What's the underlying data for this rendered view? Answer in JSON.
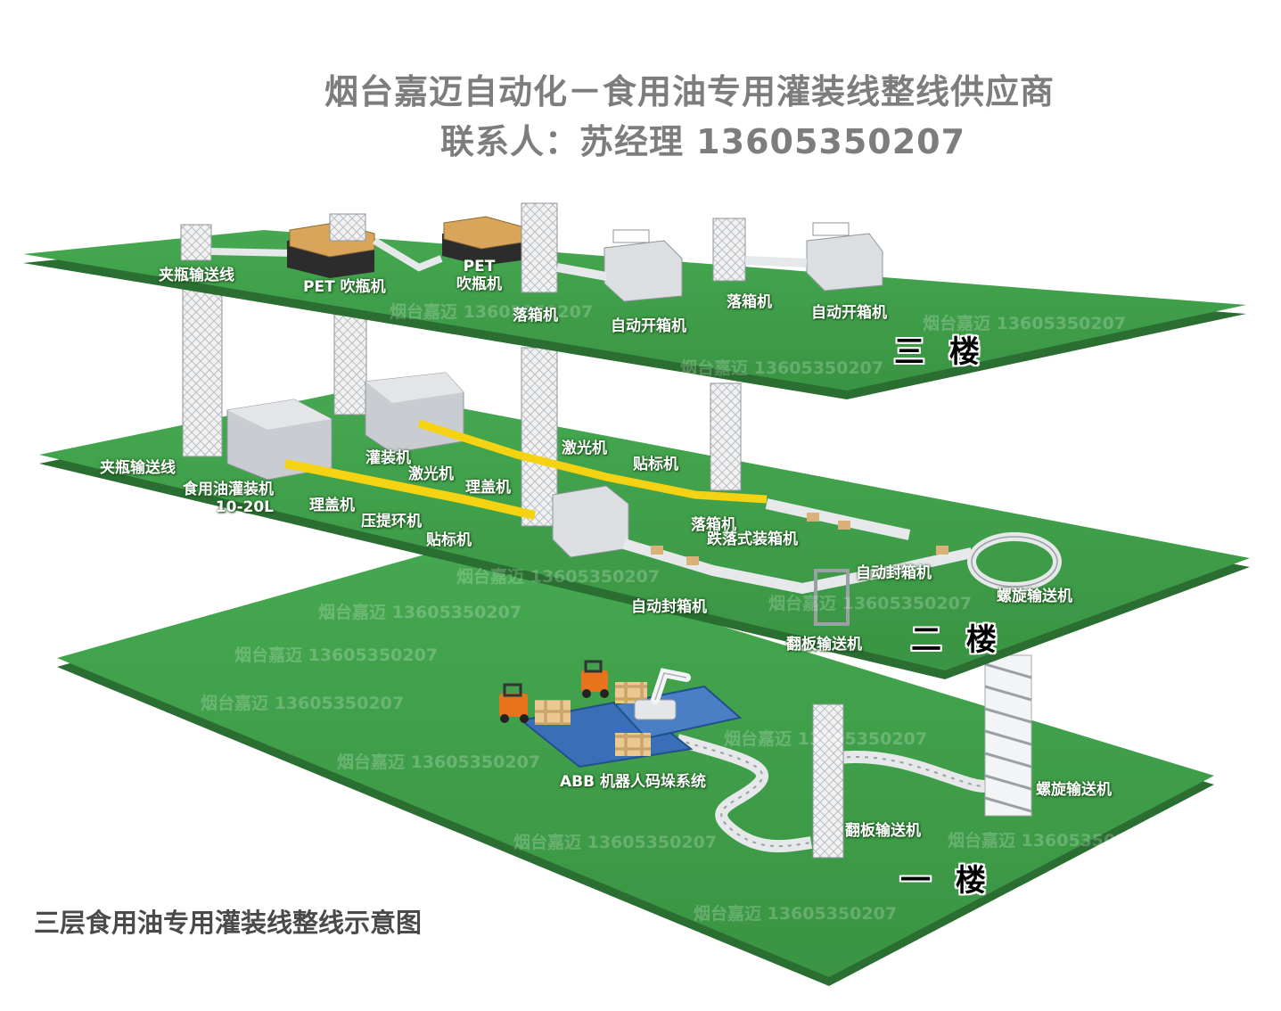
{
  "header": {
    "title": "烟台嘉迈自动化－食用油专用灌装线整线供应商",
    "contact": "联系人：苏经理 13605350207"
  },
  "caption": "三层食用油专用灌装线整线示意图",
  "floors": {
    "third": "三 楼",
    "second": "二 楼",
    "first": "一 楼"
  },
  "watermark": "烟台嘉迈 13605350207",
  "labels": {
    "f3_clamp_conveyor": "夹瓶输送线",
    "f3_pet_blow_1": "PET 吹瓶机",
    "f3_pet_blow_2_line1": "PET",
    "f3_pet_blow_2_line2": "吹瓶机",
    "f3_case_drop_1": "落箱机",
    "f3_case_erector_1": "自动开箱机",
    "f3_case_drop_2": "落箱机",
    "f3_case_erector_2": "自动开箱机",
    "f2_clamp_conveyor": "夹瓶输送线",
    "f2_oil_filler_line1": "食用油灌装机",
    "f2_oil_filler_line2": "10-20L",
    "f2_capper_1": "理盖机",
    "f2_filler": "灌装机",
    "f2_laser_1": "激光机",
    "f2_capper_2": "理盖机",
    "f2_handle_press": "压提环机",
    "f2_labeler_1": "贴标机",
    "f2_laser_2": "激光机",
    "f2_labeler_2": "贴标机",
    "f2_case_drop": "落箱机",
    "f2_drop_packer": "跌落式装箱机",
    "f2_sealer_1": "自动封箱机",
    "f2_sealer_2": "自动封箱机",
    "f2_spiral": "螺旋输送机",
    "f2_flap_conveyor": "翻板输送机",
    "f1_palletizer": "ABB 机器人码垛系统",
    "f1_spiral": "螺旋输送机",
    "f1_flap_conveyor": "翻板输送机"
  },
  "colors": {
    "floor_green": "#3e9a48",
    "floor_green_dark": "#1f6d2a",
    "floor_edge": "#2a7a35",
    "yellow_bottles": "#f5d312",
    "forklift_orange": "#e8731d",
    "pallet_blue": "#3a6fb8",
    "machine_grey": "#d6d9dc"
  }
}
